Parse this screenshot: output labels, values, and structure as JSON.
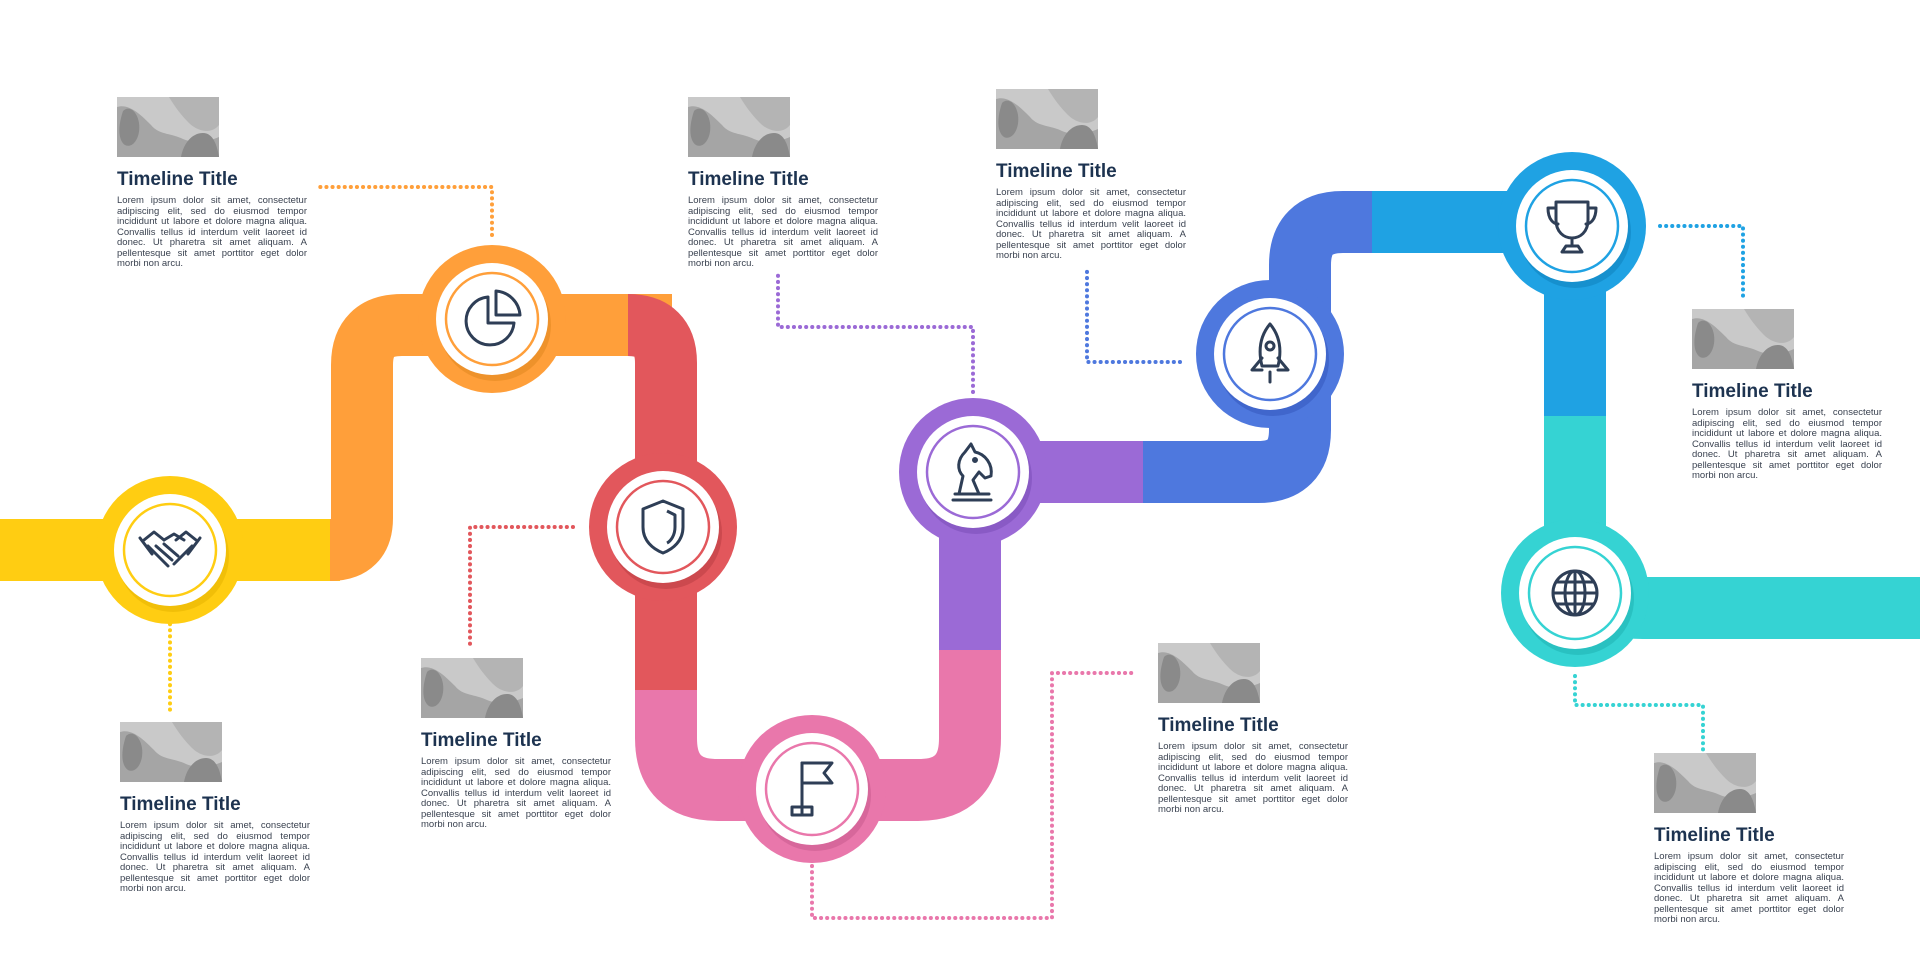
{
  "milestones": [
    {
      "icon": "handshake-icon",
      "color": "#FFCD12",
      "title": "Timeline Title",
      "body": "Lorem ipsum dolor sit amet, consectetur adipiscing elit, sed do eiusmod tempor incididunt ut labore et dolore magna aliqua. Convallis tellus id interdum velit laoreet id donec. Ut pharetra sit amet aliquam. A pellentesque sit amet porttitor eget dolor morbi non arcu."
    },
    {
      "icon": "pie-chart-icon",
      "color": "#FF9F3A",
      "title": "Timeline Title",
      "body": "Lorem ipsum dolor sit amet, consectetur adipiscing elit, sed do eiusmod tempor incididunt ut labore et dolore magna aliqua. Convallis tellus id interdum velit laoreet id donec. Ut pharetra sit amet aliquam. A pellentesque sit amet porttitor eget dolor morbi non arcu."
    },
    {
      "icon": "shield-icon",
      "color": "#E2575C",
      "title": "Timeline Title",
      "body": "Lorem ipsum dolor sit amet, consectetur adipiscing elit, sed do eiusmod tempor incididunt ut labore et dolore magna aliqua. Convallis tellus id interdum velit laoreet id donec. Ut pharetra sit amet aliquam. A pellentesque sit amet porttitor eget dolor morbi non arcu."
    },
    {
      "icon": "flag-icon",
      "color": "#E977AB",
      "title": "Timeline Title",
      "body": "Lorem ipsum dolor sit amet, consectetur adipiscing elit, sed do eiusmod tempor incididunt ut labore et dolore magna aliqua. Convallis tellus id interdum velit laoreet id donec. Ut pharetra sit amet aliquam. A pellentesque sit amet porttitor eget dolor morbi non arcu."
    },
    {
      "icon": "chess-knight-icon",
      "color": "#9B6AD6",
      "title": "Timeline Title",
      "body": "Lorem ipsum dolor sit amet, consectetur adipiscing elit, sed do eiusmod tempor incididunt ut labore et dolore magna aliqua. Convallis tellus id interdum velit laoreet id donec. Ut pharetra sit amet aliquam. A pellentesque sit amet porttitor eget dolor morbi non arcu."
    },
    {
      "icon": "rocket-icon",
      "color": "#4E78DE",
      "title": "Timeline Title",
      "body": "Lorem ipsum dolor sit amet, consectetur adipiscing elit, sed do eiusmod tempor incididunt ut labore et dolore magna aliqua. Convallis tellus id interdum velit laoreet id donec. Ut pharetra sit amet aliquam. A pellentesque sit amet porttitor eget dolor morbi non arcu."
    },
    {
      "icon": "trophy-icon",
      "color": "#1FA2E3",
      "title": "Timeline Title",
      "body": "Lorem ipsum dolor sit amet, consectetur adipiscing elit, sed do eiusmod tempor incididunt ut labore et dolore magna aliqua. Convallis tellus id interdum velit laoreet id donec. Ut pharetra sit amet aliquam. A pellentesque sit amet porttitor eget dolor morbi non arcu."
    },
    {
      "icon": "globe-icon",
      "color": "#35D3D3",
      "title": "Timeline Title",
      "body": "Lorem ipsum dolor sit amet, consectetur adipiscing elit, sed do eiusmod tempor incididunt ut labore et dolore magna aliqua. Convallis tellus id interdum velit laoreet id donec. Ut pharetra sit amet aliquam. A pellentesque sit amet porttitor eget dolor morbi non arcu."
    }
  ],
  "colors": {
    "title": "#1D3350",
    "body": "#3A4250",
    "icon_stroke": "#2E3E56",
    "placeholder_bg": "#C9C9C9",
    "placeholder_mid": "#A5A5A5",
    "placeholder_dark": "#8A8A8A"
  }
}
